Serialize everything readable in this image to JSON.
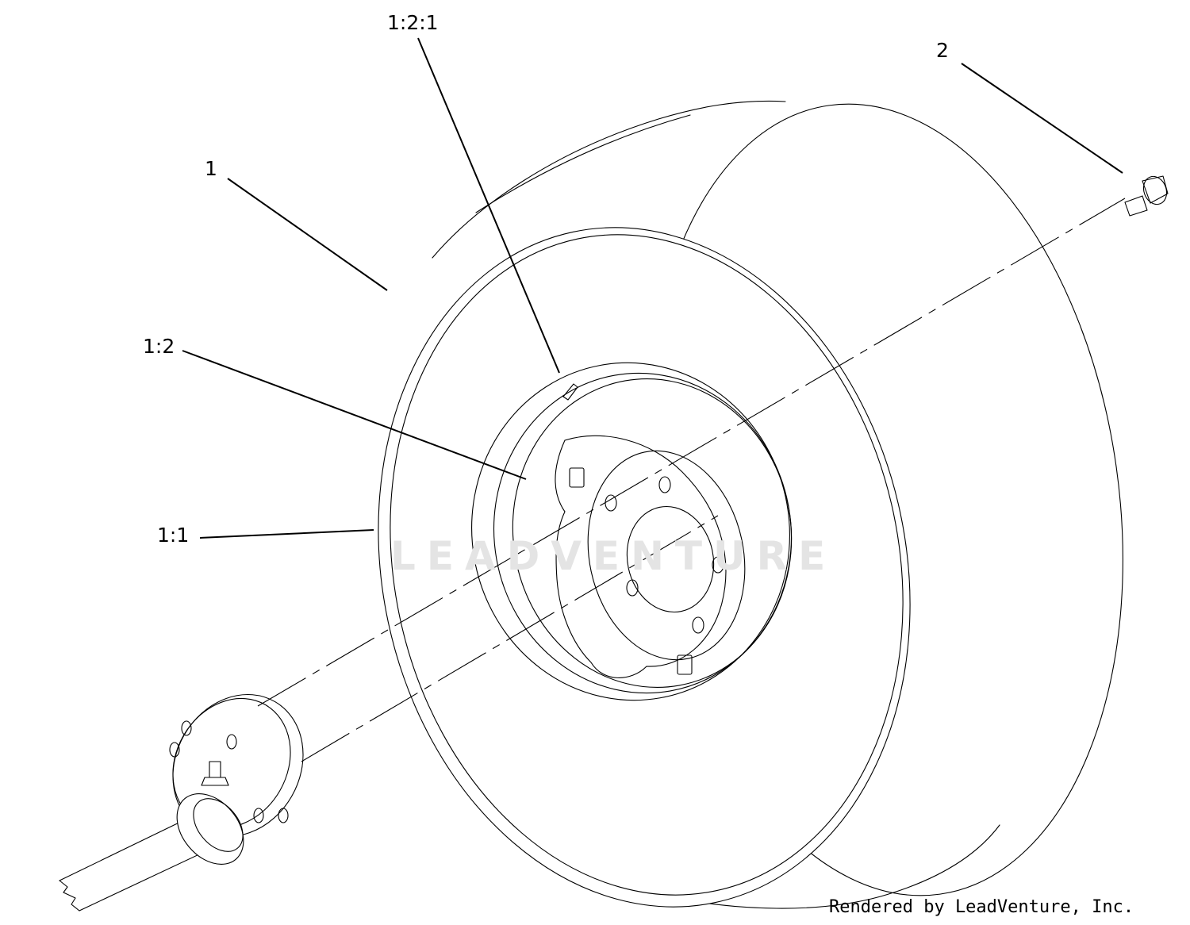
{
  "callouts": {
    "c_1_2_1": "1:2:1",
    "c_2": "2",
    "c_1": "1",
    "c_1_2": "1:2",
    "c_1_1": "1:1"
  },
  "watermark_text": "LEADVENTURE",
  "credit_text": "Rendered by LeadVenture, Inc."
}
